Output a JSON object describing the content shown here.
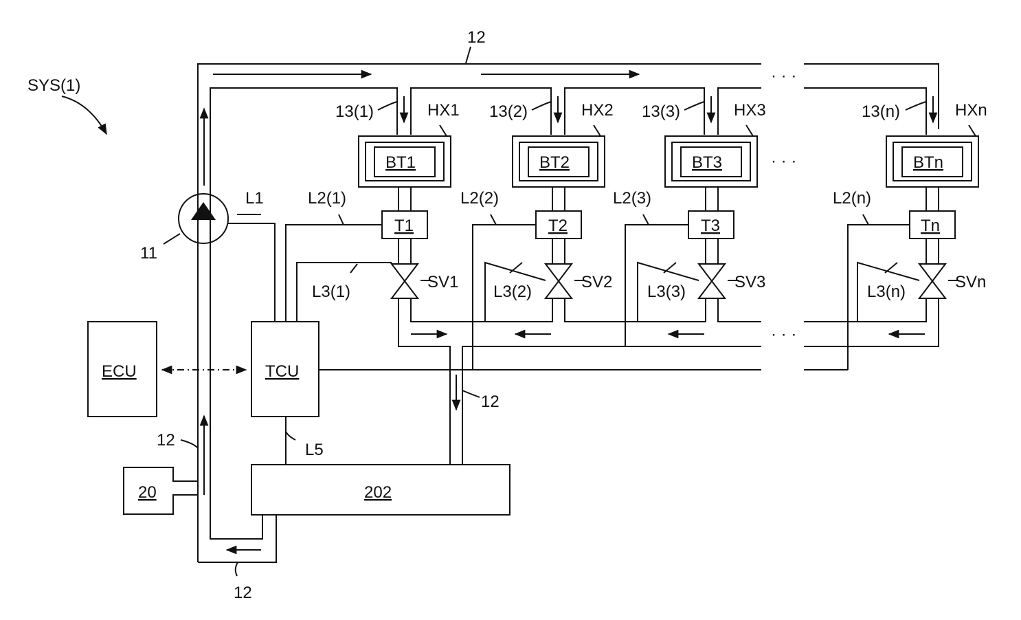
{
  "colors": {
    "line": "#111111",
    "background": "#ffffff"
  },
  "labels": {
    "system": "SYS(1)",
    "pump": "11",
    "pipe": "12",
    "ecu": "ECU",
    "tcu": "TCU",
    "unit_202": "202",
    "unit_20": "20",
    "line_l1": "L1",
    "line_l5": "L5",
    "ellipsis": "· · ·"
  },
  "modules": [
    {
      "branch": "13(1)",
      "hx": "HX1",
      "bt": "BT1",
      "t": "T1",
      "sv": "SV1",
      "l2": "L2(1)",
      "l3": "L3(1)"
    },
    {
      "branch": "13(2)",
      "hx": "HX2",
      "bt": "BT2",
      "t": "T2",
      "sv": "SV2",
      "l2": "L2(2)",
      "l3": "L3(2)"
    },
    {
      "branch": "13(3)",
      "hx": "HX3",
      "bt": "BT3",
      "t": "T3",
      "sv": "SV3",
      "l2": "L2(3)",
      "l3": "L3(3)"
    },
    {
      "branch": "13(n)",
      "hx": "HXn",
      "bt": "BTn",
      "t": "Tn",
      "sv": "SVn",
      "l2": "L2(n)",
      "l3": "L3(n)"
    }
  ]
}
